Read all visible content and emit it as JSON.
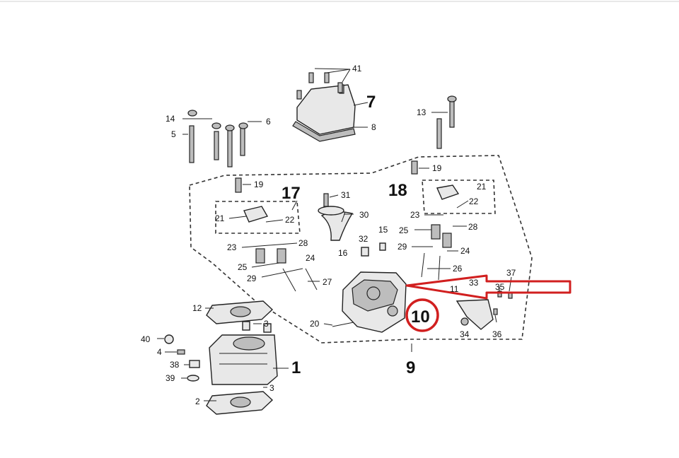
{
  "labels": {
    "l1": "1",
    "l2": "2",
    "l3a": "3",
    "l3b": "3",
    "l4": "4",
    "l5": "5",
    "l6": "6",
    "l7": "7",
    "l8": "8",
    "l9": "9",
    "l10": "10",
    "l11": "11",
    "l12": "12",
    "l13": "13",
    "l14": "14",
    "l15": "15",
    "l16": "16",
    "l17": "17",
    "l18": "18",
    "l19a": "19",
    "l19b": "19",
    "l20": "20",
    "l21a": "21",
    "l21b": "21",
    "l22a": "22",
    "l22b": "22",
    "l23a": "23",
    "l23b": "23",
    "l24a": "24",
    "l24b": "24",
    "l25a": "25",
    "l25b": "25",
    "l26": "26",
    "l27": "27",
    "l28a": "28",
    "l28b": "28",
    "l29a": "29",
    "l29b": "29",
    "l30": "30",
    "l31": "31",
    "l32": "32",
    "l33": "33",
    "l34": "34",
    "l35": "35",
    "l36": "36",
    "l37": "37",
    "l38": "38",
    "l39": "39",
    "l40": "40",
    "l41": "41"
  },
  "highlight": {
    "color": "#d11f1f"
  }
}
